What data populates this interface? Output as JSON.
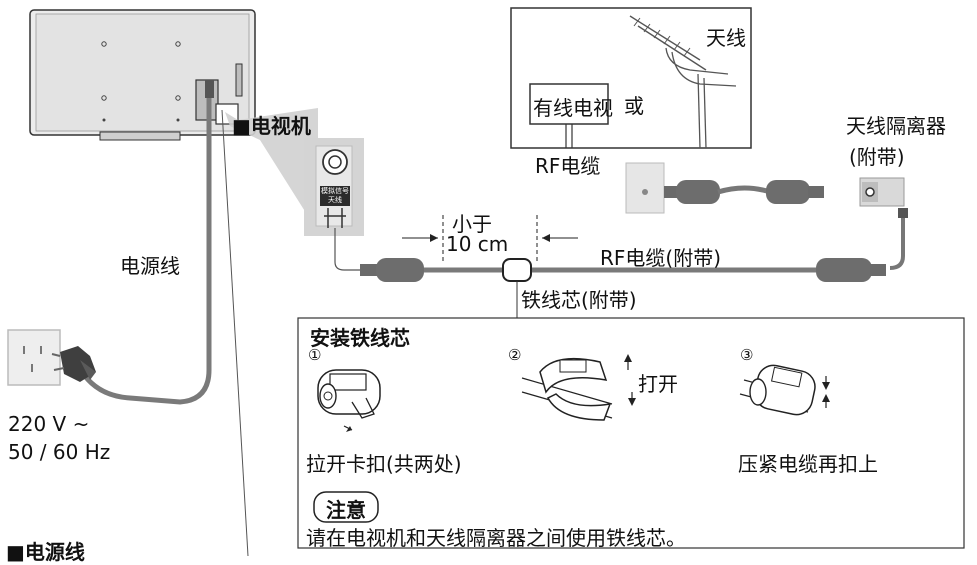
{
  "labels": {
    "power_cord": "电源线",
    "tv": "■电视机",
    "antenna": "天线",
    "cable_tv": "有线电视",
    "or": "或",
    "rf_cable": "RF电缆",
    "isolator_line1": "天线隔离器",
    "isolator_line2": "(附带)",
    "less_than": "小于",
    "distance": "10 cm",
    "rf_cable_supplied": "RF电缆(附带)",
    "ferrite_core": "铁线芯(附带)",
    "voltage": "220 V ~",
    "frequency": "50 / 60 Hz",
    "power_cord_heading": "■电源线",
    "terminal_label": "模拟信号\n天线"
  },
  "install_box": {
    "title": "安装铁线芯",
    "step1_number": "①",
    "step2_number": "②",
    "step3_number": "③",
    "open": "打开",
    "step1_caption": "拉开卡扣(共两处)",
    "step3_caption": "压紧电缆再扣上",
    "caution": "注意",
    "caution_text": "请在电视机和天线隔离器之间使用铁线芯。"
  },
  "colors": {
    "tv_body": "#e6e6e6",
    "cable": "#7a7a7a",
    "plug_dark": "#3a3a3a",
    "callout": "#cfcfcf"
  }
}
